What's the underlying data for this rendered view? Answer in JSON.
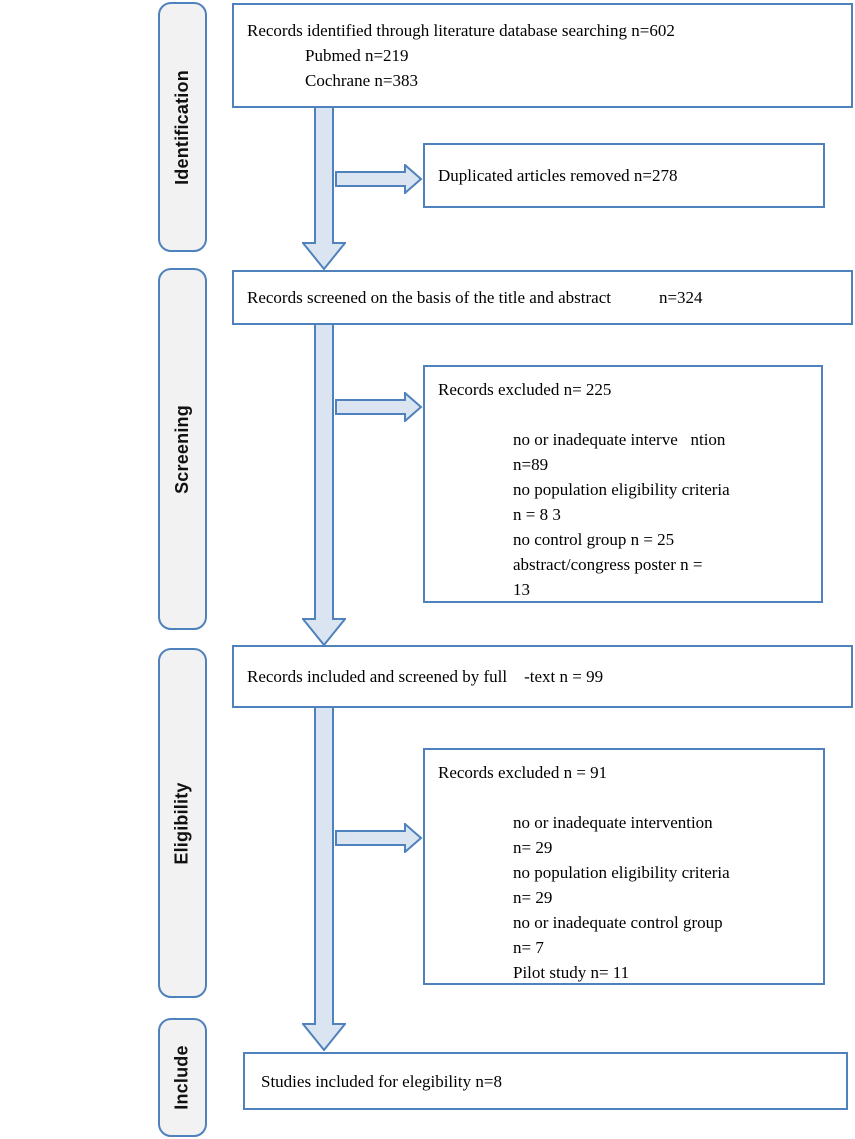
{
  "palette": {
    "box_border": "#4f81bd",
    "arrow_fill": "#dbe5f1",
    "arrow_border": "#4f81bd",
    "stage_fill": "#f2f2f2",
    "text": "#000000"
  },
  "stages": [
    {
      "label": "Identification"
    },
    {
      "label": "Screening"
    },
    {
      "label": "Eligibility"
    },
    {
      "label": "Include"
    }
  ],
  "boxes": {
    "identified": {
      "line1": "Records identified through literature database searching n=602",
      "line2": "Pubmed n=219",
      "line3": "Cochrane n=383"
    },
    "duplicates": {
      "text": "Duplicated articles removed n=278"
    },
    "screened": {
      "text": "Records screened on the basis of the title and abstract",
      "count": "n=324"
    },
    "excluded_screening": {
      "title": "Records excluded n= 225",
      "lines": [
        "no or inadequate interve   ntion",
        "n=89",
        "no population eligibility criteria",
        "n = 8 3",
        "no control group n = 25",
        "abstract/congress poster n =",
        "13"
      ]
    },
    "fulltext": {
      "text": "Records included and screened by full    -text n = 99"
    },
    "excluded_eligibility": {
      "title": "Records excluded n = 91",
      "lines": [
        "no or inadequate intervention",
        "n= 29",
        "no population eligibility criteria",
        "n= 29",
        "no or inadequate control group",
        "n= 7",
        "Pilot study n= 11"
      ]
    },
    "included": {
      "text": "Studies included for elegibility n=8"
    }
  }
}
